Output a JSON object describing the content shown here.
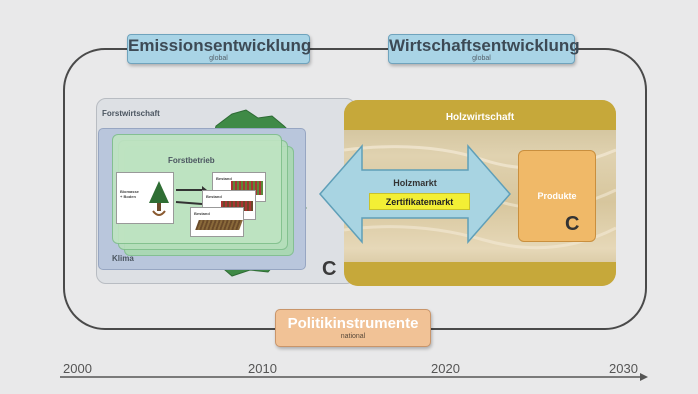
{
  "top_boxes": {
    "emissions": {
      "title": "Emissionsentwicklung",
      "subtitle": "global"
    },
    "economy": {
      "title": "Wirtschaftsentwicklung",
      "subtitle": "global"
    }
  },
  "forestry": {
    "label": "Forstwirtschaft",
    "climate_label": "Klima",
    "enterprise_label": "Forstbetrieb",
    "carbon_symbol": "C",
    "model": {
      "left_label": "Biomasse + Boden",
      "stand_label": "Bestand"
    }
  },
  "wood_industry": {
    "label": "Holzwirtschaft",
    "market_label": "Holzmarkt",
    "certificate_label": "Zertifikatemarkt",
    "products_label": "Produkte",
    "carbon_symbol": "C"
  },
  "policy": {
    "title": "Politikinstrumente",
    "subtitle": "national"
  },
  "timeline": {
    "years": [
      "2000",
      "2010",
      "2020",
      "2030"
    ]
  },
  "colors": {
    "top_box": "#a9d4e6",
    "policy_box": "#f1c296",
    "arrow": "#a8d4e2",
    "certificate": "#f3ef35",
    "products": "#f0b968",
    "wood_band": "#c6a83a"
  }
}
